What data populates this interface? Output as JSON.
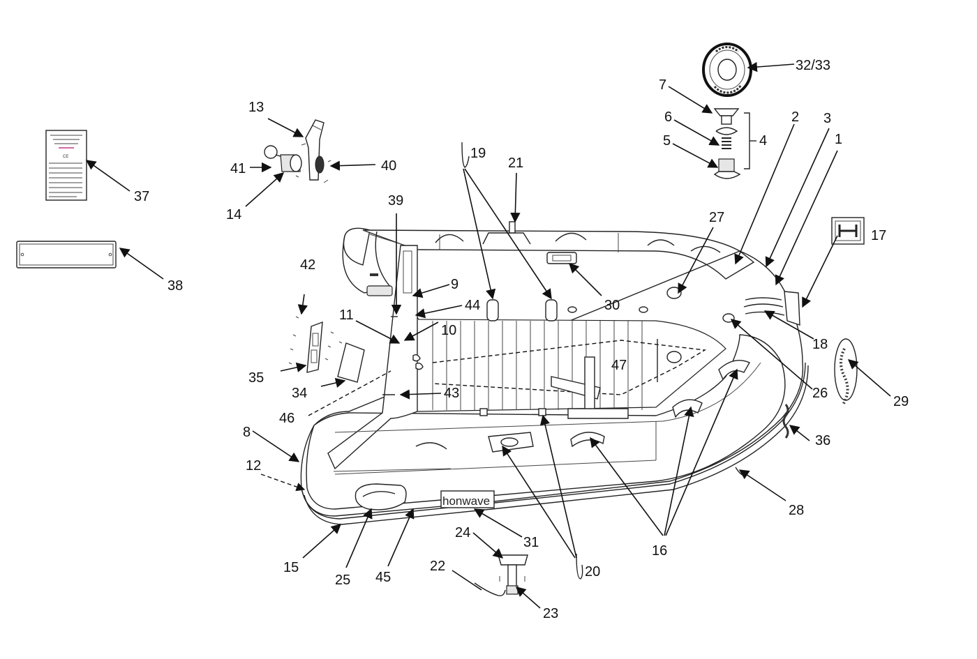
{
  "callouts": {
    "c1": "1",
    "c2": "2",
    "c3": "3",
    "c4": "4",
    "c5": "5",
    "c6": "6",
    "c7": "7",
    "c8": "8",
    "c9": "9",
    "c10": "10",
    "c11": "11",
    "c12": "12",
    "c13": "13",
    "c14": "14",
    "c15": "15",
    "c16": "16",
    "c17": "17",
    "c18": "18",
    "c19": "19",
    "c20": "20",
    "c21": "21",
    "c22": "22",
    "c23": "23",
    "c24": "24",
    "c25": "25",
    "c26": "26",
    "c27": "27",
    "c28": "28",
    "c29": "29",
    "c30": "30",
    "c31": "31",
    "c3233": "32/33",
    "c34": "34",
    "c35": "35",
    "c36": "36",
    "c37": "37",
    "c38": "38",
    "c39": "39",
    "c40": "40",
    "c41": "41",
    "c42": "42",
    "c43": "43",
    "c44": "44",
    "c45": "45",
    "c46": "46",
    "c47": "47"
  },
  "transom_logo": "honwave",
  "label_plate_mark": "CE",
  "colors": {
    "line": "#222222",
    "accent": "#c0398a"
  }
}
